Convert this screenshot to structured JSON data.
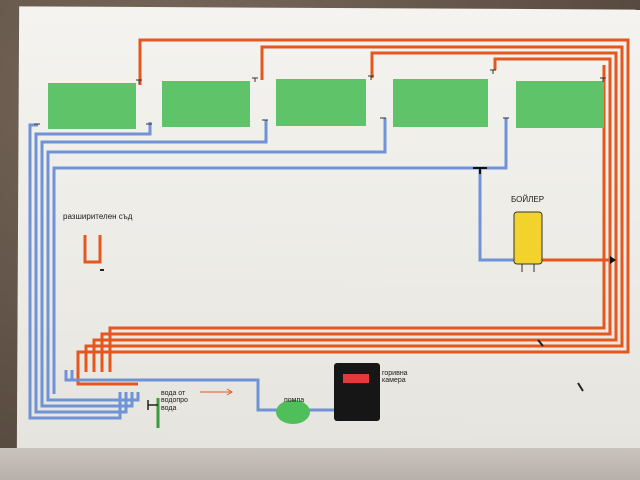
{
  "diagram": {
    "labels": {
      "expansion_vessel": "разширителен съд",
      "boiler": "БОЙЛЕР",
      "water_supply": "вода от\nводопро\nвода",
      "pump": "помпа",
      "combustion_chamber": "горивна\nкамера"
    },
    "radiator_count": 5,
    "colors": {
      "supply_pipe": "#e5571e",
      "return_pipe": "#6f93d6",
      "radiator": "#5fc36a",
      "boiler": "#f2d32b",
      "pump": "#4fbf5c",
      "chamber": "#161616",
      "chamber_display": "#e23a3a",
      "water_pipe": "#3f9a3f",
      "arrow": "#e5571e"
    }
  }
}
